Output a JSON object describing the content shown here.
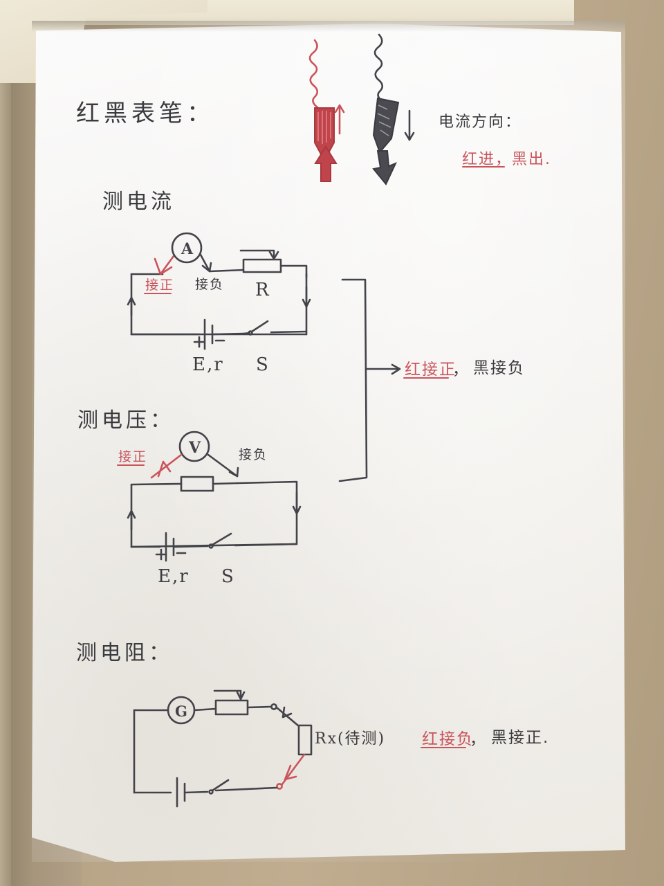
{
  "page": {
    "kind": "handwritten-notes",
    "subject": "multimeter probe polarity notes",
    "paper_color": "#f7f6f3",
    "desk_color": "#b3a083",
    "ink_black": "#3b3b3f",
    "ink_red": "#c9545b"
  },
  "title": "红黑表笔：",
  "probes": {
    "red_probe_name": "red-test-probe",
    "black_probe_name": "black-test-probe",
    "red_arrow_direction": "up",
    "black_arrow_direction": "down"
  },
  "current_direction": {
    "heading": "电流方向：",
    "rule": "红进，黑出."
  },
  "sections": [
    {
      "id": "current",
      "heading": "测电流",
      "meter_symbol": "A",
      "left_lead_label": "接正",
      "left_lead_color": "red",
      "right_lead_label": "接负",
      "right_lead_color": "black",
      "component_label": "R",
      "source_label": "E,r",
      "switch_label": "S",
      "battery_plus": "+",
      "battery_minus": "-"
    },
    {
      "id": "voltage",
      "heading": "测电压：",
      "meter_symbol": "V",
      "left_lead_label": "接正",
      "left_lead_color": "red",
      "right_lead_label": "接负",
      "right_lead_color": "black",
      "source_label": "E,r",
      "switch_label": "S",
      "battery_plus": "+",
      "battery_minus": "-"
    },
    {
      "id": "resistance",
      "heading": "测电阻：",
      "meter_symbol": "G",
      "unknown_label": "Rx(待测)",
      "rule_red_part": "红接负",
      "rule_comma": "，",
      "rule_black_part": "黑接正."
    }
  ],
  "bracket_note": {
    "red_part": "红接正",
    "comma": "，",
    "black_part": "黑接负",
    "arrow": "→"
  }
}
